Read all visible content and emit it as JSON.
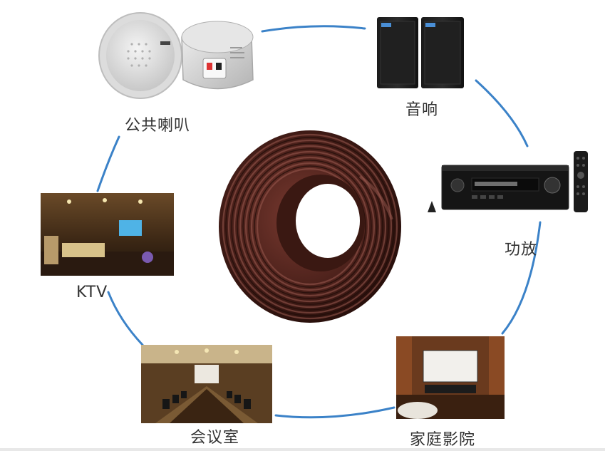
{
  "labels": {
    "public_speaker": "公共喇叭",
    "audio": "音响",
    "amplifier": "功放",
    "ktv": "KTV",
    "meeting_room": "会议室",
    "home_theater": "家庭影院"
  },
  "colors": {
    "ring": "#3b82c8",
    "cable": "#5a2a22",
    "cable_dark": "#2e1410",
    "cable_highlight": "#9a5a50"
  },
  "icons": {
    "ceiling_speaker": "ceiling-speaker-icon",
    "loudspeaker_pair": "loudspeaker-pair-icon",
    "av_receiver": "av-receiver-icon",
    "remote": "remote-control-icon"
  }
}
